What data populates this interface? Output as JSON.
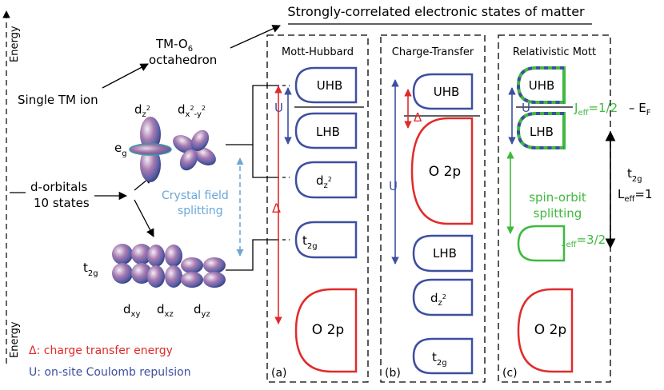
{
  "header": {
    "title": "Strongly-correlated electronic states of matter"
  },
  "axes": {
    "energy_top": "Energy",
    "energy_bottom": "Energy"
  },
  "left": {
    "single_ion": "Single TM ion",
    "tm_o6_main": "TM-O",
    "tm_o6_sub": "6",
    "octahedron": "octahedron",
    "d_orbitals_1": "d-orbitals",
    "d_orbitals_2": "10 states",
    "eg_main": "e",
    "eg_sub": "g",
    "t2g_main": "t",
    "t2g_sub": "2g",
    "dz2_main": "d",
    "dz2_sub": "z",
    "dz2_sup": "2",
    "dx2y2_main": "d",
    "dx2y2_sub": "x",
    "dx2y2_sup1": "2",
    "dx2y2_mid": "-y",
    "dx2y2_sup2": "2",
    "dxy_main": "d",
    "dxy_sub": "xy",
    "dxz_main": "d",
    "dxz_sub": "xz",
    "dyz_main": "d",
    "dyz_sub": "yz",
    "cf_line1": "Crystal field",
    "cf_line2": "splitting"
  },
  "legend": {
    "delta_symbol": "Δ",
    "delta_text": ": charge transfer energy",
    "u_symbol": "U",
    "u_text": ": on-site Coulomb repulsion"
  },
  "panels": {
    "a": {
      "title": "Mott-Hubbard",
      "label": "(a)",
      "uhb": "UHB",
      "lhb": "LHB",
      "dz2_main": "d",
      "dz2_sub": "z",
      "dz2_sup": "2",
      "t2g_main": "t",
      "t2g_sub": "2g",
      "o2p": "O 2p",
      "u": "U",
      "delta": "Δ"
    },
    "b": {
      "title": "Charge-Transfer",
      "label": "(b)",
      "uhb": "UHB",
      "lhb": "LHB",
      "dz2_main": "d",
      "dz2_sub": "z",
      "dz2_sup": "2",
      "t2g_main": "t",
      "t2g_sub": "2g",
      "o2p": "O 2p",
      "u": "U",
      "delta": "Δ"
    },
    "c": {
      "title": "Relativistic Mott",
      "label": "(c)",
      "uhb": "UHB",
      "lhb": "LHB",
      "o2p": "O 2p",
      "u": "U",
      "jeff12_main": "J",
      "jeff12_sub": "eff",
      "jeff12_val": "=1/2",
      "ef_main": "– E",
      "ef_sub": "F",
      "jeff32_main": "J",
      "jeff32_sub": "eff",
      "jeff32_val": "=3/2",
      "so_line1": "spin-orbit",
      "so_line2": "splitting",
      "t2g_main": "t",
      "t2g_sub": "2g",
      "leff_main": "L",
      "leff_sub": "eff",
      "leff_val": "=1"
    }
  },
  "colors": {
    "blue": "#3d4fa0",
    "red": "#e02b2b",
    "green": "#3fb93f",
    "lightblue": "#6aa6d6",
    "black": "#000000"
  }
}
